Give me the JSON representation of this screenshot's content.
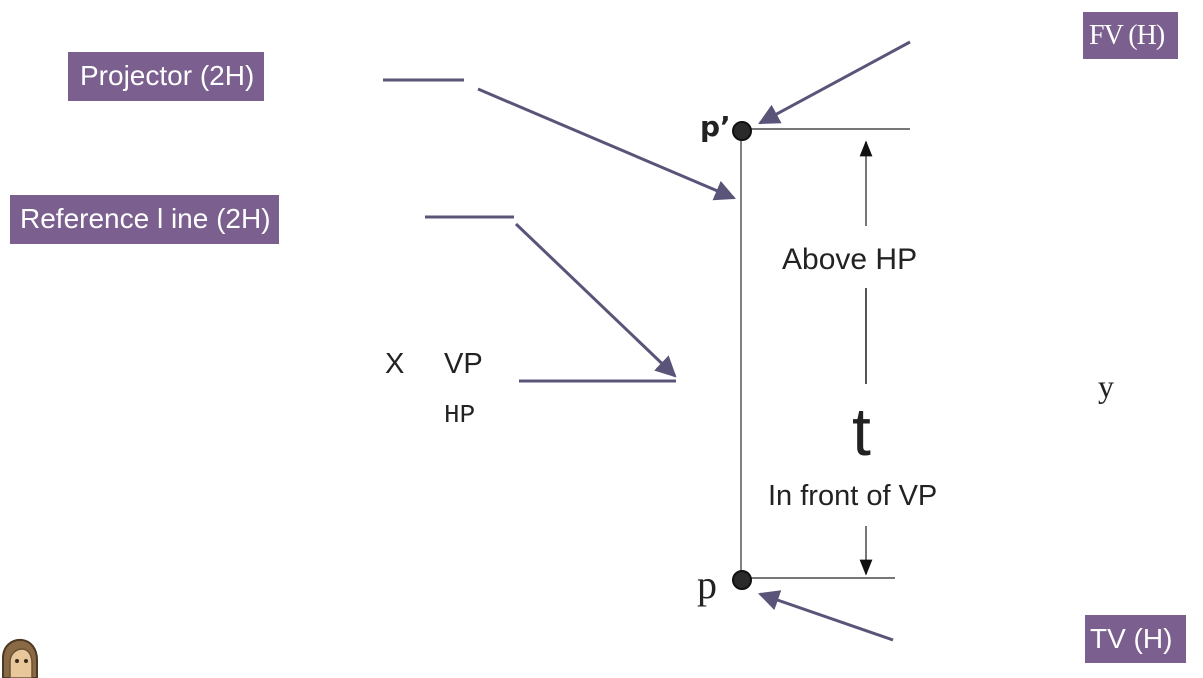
{
  "tags": {
    "projector": "Projector (2H)",
    "reference_line": "Reference l ine (2H)",
    "front_view": "FV (H)",
    "top_view": "TV (H)"
  },
  "labels": {
    "above_hp": "Above HP",
    "in_front_of_vp": "In front of VP",
    "thickness": "t",
    "x": "X",
    "vp": "VP",
    "hp": "HP",
    "y": "y",
    "point_top": "p",
    "point_front": "p’"
  },
  "colors": {
    "tag_background": "#7a5f8f",
    "tag_text": "#ffffff",
    "leader_arrow": "#5a5479",
    "line": "#777777",
    "point": "#2a2a2a"
  }
}
